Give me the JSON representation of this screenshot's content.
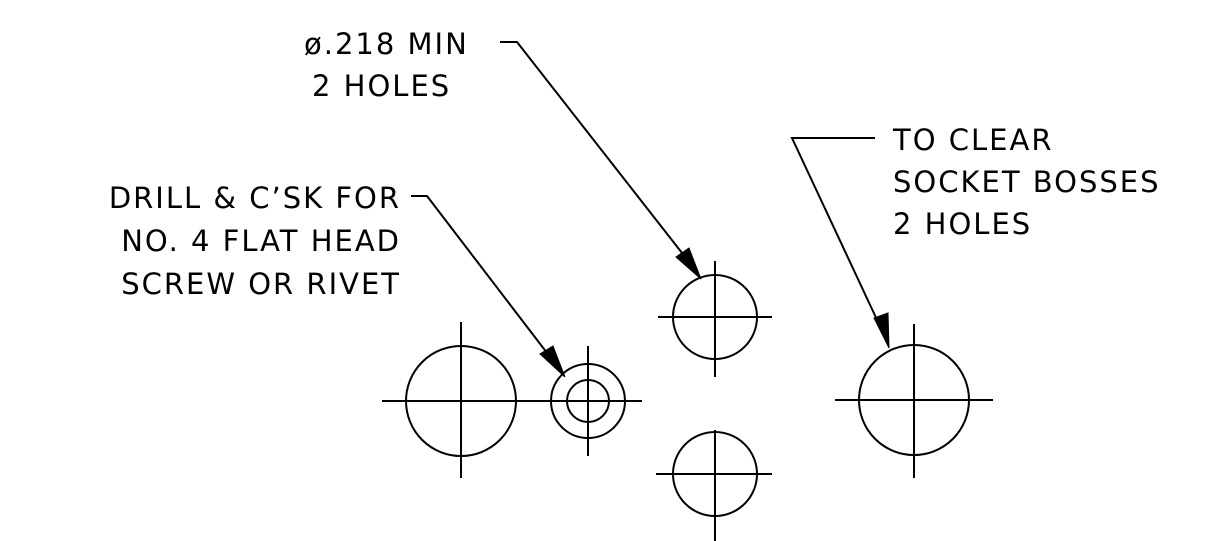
{
  "drawing": {
    "line_color": "#000000",
    "background": "#ffffff",
    "notes": {
      "drill_csk": {
        "line1": "DRILL & C’SK FOR",
        "line2": "NO. 4 FLAT HEAD",
        "line3": "SCREW OR RIVET"
      },
      "min_dia": {
        "line1": "ø.218 MIN",
        "line2": "2 HOLES"
      },
      "clear_bosses": {
        "line1": "TO CLEAR",
        "line2": "SOCKET BOSSES",
        "line3": "2 HOLES"
      }
    }
  }
}
